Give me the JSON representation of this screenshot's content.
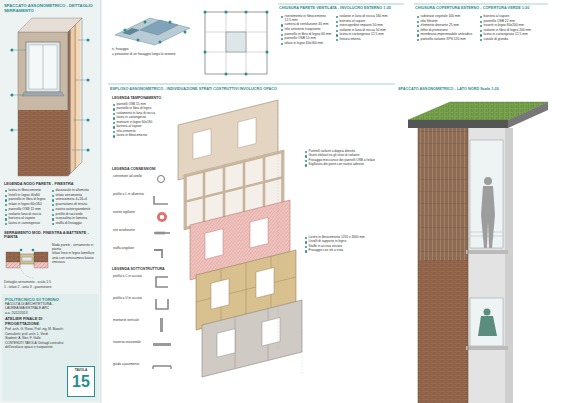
{
  "diagram": {
    "nodes": [
      {
        "text": [
          "POLITECNICO DI TORINO",
          "FACOLTÀ DI ARCHITETTURA - LAUREA MAGISTRALE ARC",
          "a.a. 2012/2013",
          "ATELIER FINALE DI PROGETTAZIONE",
          "Prof. arch. G. Rossi, Prof. ing. M. Bianchi",
          "Consulenti: prof. arch. L. Verdi",
          "Studenti: A. Neri, F. Gallo",
          "CONTENUTI TAVOLA: Dettagli costruttivi dell'involucro opaco e trasparente"
        ]
      },
      {
        "text": [
          "TAVOLA",
          "15"
        ],
        "in": 0
      }
    ],
    "labels": [
      "SPACCATO ASSONOMETRICO - DETTAGLIO SERRAMENTO",
      "LEGENDA NODO PARETE - FINESTRA",
      "lastra in fibrocemento",
      "listelli in legno 40x60",
      "pannello in fibra di legno",
      "telaio in legno 60x160",
      "pannello OSB 15 mm",
      "isolante lana di roccia",
      "barriera al vapore",
      "lastra in cartongesso",
      "davanzale in alluminio",
      "telaio serramento",
      "vetrocamera 4+16+4",
      "guarnizione di tenuta",
      "nastro autoespandente",
      "profilo di raccordo",
      "scossalina in lamiera",
      "staffa di fissaggio",
      "SERRAMENTO MOD. FINESTRA A BATTENTE - PIANTA",
      "Nodo parete - serramento in pianta",
      "telaio fisso in legno lamellare",
      "anta con vetrocamera basso emissiva",
      "Dettaglio serramento - scala 1:5",
      "1 - telaio  2 - anta  3 - guarnizione",
      "n. fissaggio",
      "= posizione di un fissaggio lungo la sezione",
      "CHIUSURA PARETE VENTILATA - INVOLUCRO ESTERNO 1:20",
      "rivestimento in fibrocemento 12,5 mm",
      "camera di ventilazione 40 mm",
      "telo antivento traspirante",
      "pannello in fibra di legno 60 mm",
      "pannello OSB 15 mm",
      "telaio in legno 60x160 mm",
      "isolante in lana di roccia 160 mm",
      "barriera al vapore",
      "intercapedine impianti 50 mm",
      "isolante in lana di roccia 50 mm",
      "lastra in cartongesso 12,5 mm",
      "finitura interna",
      "CHIUSURA COPERTURA ESTERNO - COPERTURA VERDE 1:20",
      "substrato vegetale 100 mm",
      "telo filtrante",
      "elemento drenante 25 mm",
      "feltro di protezione",
      "membrana impermeabile antiradice",
      "pannello isolante XPS 120 mm",
      "barriera al vapore",
      "pannello OSB 22 mm",
      "travetti in legno 80x200 mm",
      "isolante in fibra di legno 200 mm",
      "lastra in cartongesso 12,5 mm",
      "canale di gronda",
      "ESPLOSO ASSONOMETRICO - INDIVIDUAZIONE STRATI COSTRUTTIVI INVOLUCRO OPACO",
      "LEGENDA TAMPONAMENTO",
      "pannelli OSB 15 mm",
      "pannello in fibra di legno",
      "isolamento in lana di roccia",
      "lastra in cartongesso",
      "montanti in legno 60x160",
      "barriera al vapore",
      "telo antivento",
      "lastra in fibrocemento",
      "LEGENDA CONNESSIONI",
      "connettore ad anello",
      "profilo a L in alluminio",
      "nastro sigillante",
      "vite autoforante",
      "staffa angolare",
      "LEGENDA SOTTOSTRUTTURA",
      "profilo a C in acciaio",
      "profilo a U in acciaio",
      "montante verticale",
      "traverso orizzontale",
      "guida a pavimento",
      "Pannelli isolanti a doppia densità",
      "Giunti sfalsati tra gli strati di isolante",
      "Fissaggio meccanico dei pannelli OSB al telaio",
      "Sigillatura dei giunti con nastro adesivo",
      "Lastre in fibrocemento 1250 x 3000 mm",
      "Listelli di supporto in legno",
      "Staffe in acciaio zincato",
      "Fissaggio con viti a vista",
      "SPACCATO ASSONOMETRICO - LATO NORD Scala 1:20"
    ]
  }
}
